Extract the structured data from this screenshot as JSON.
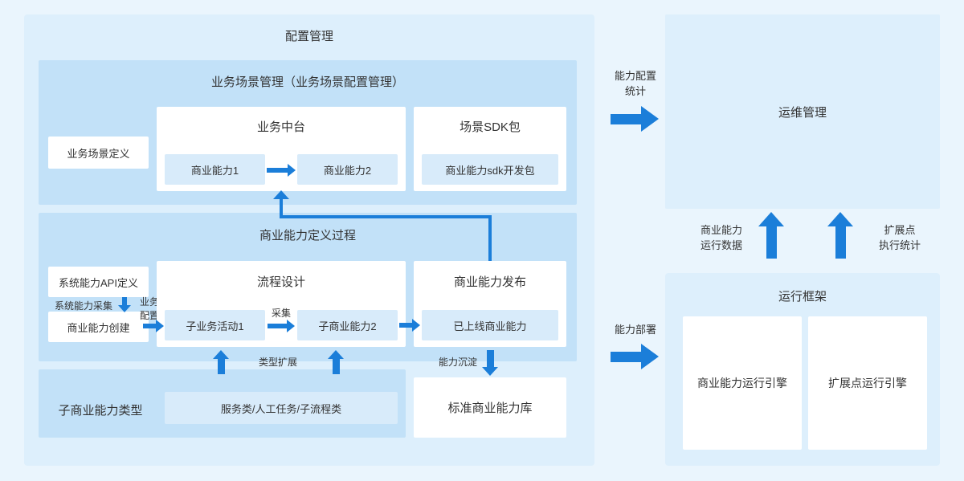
{
  "colors": {
    "page_bg": "#eaf5fd",
    "outer": "#ddeffc",
    "section": "#c2e1f8",
    "tint": "#d8ebfa",
    "arrow": "#1b7ed9",
    "text": "#333333"
  },
  "left_panel": {
    "title": "配置管理",
    "scene": {
      "title": "业务场景管理（业务场景配置管理）",
      "scene_def": "业务场景定义",
      "mid_platform": {
        "title": "业务中台",
        "cap1": "商业能力1",
        "cap2": "商业能力2"
      },
      "sdk": {
        "title": "场景SDK包",
        "package": "商业能力sdk开发包"
      }
    },
    "define": {
      "title": "商业能力定义过程",
      "api_def": "系统能力API定义",
      "sys_collect": "系统能力采集",
      "create": "商业能力创建",
      "biz_config": "业务\n配置",
      "flow": {
        "title": "流程设计",
        "activity": "子业务活动1",
        "collect": "采集",
        "subcap": "子商业能力2"
      },
      "publish": {
        "title": "商业能力发布",
        "online": "已上线商业能力"
      }
    },
    "types": {
      "title": "子商业能力类型",
      "box": "服务类/人工任务/子流程类",
      "extend": "类型扩展",
      "deposit": "能力沉淀"
    },
    "standard_lib": "标准商业能力库"
  },
  "flows": {
    "config_stats": "能力配置\n统计",
    "deploy": "能力部署",
    "run_data": "商业能力\n运行数据",
    "ext_stats": "扩展点\n执行统计"
  },
  "right_panel": {
    "ops": "运维管理",
    "runtime": {
      "title": "运行框架",
      "engine_cap": "商业能力运行引擎",
      "engine_ext": "扩展点运行引擎"
    }
  }
}
